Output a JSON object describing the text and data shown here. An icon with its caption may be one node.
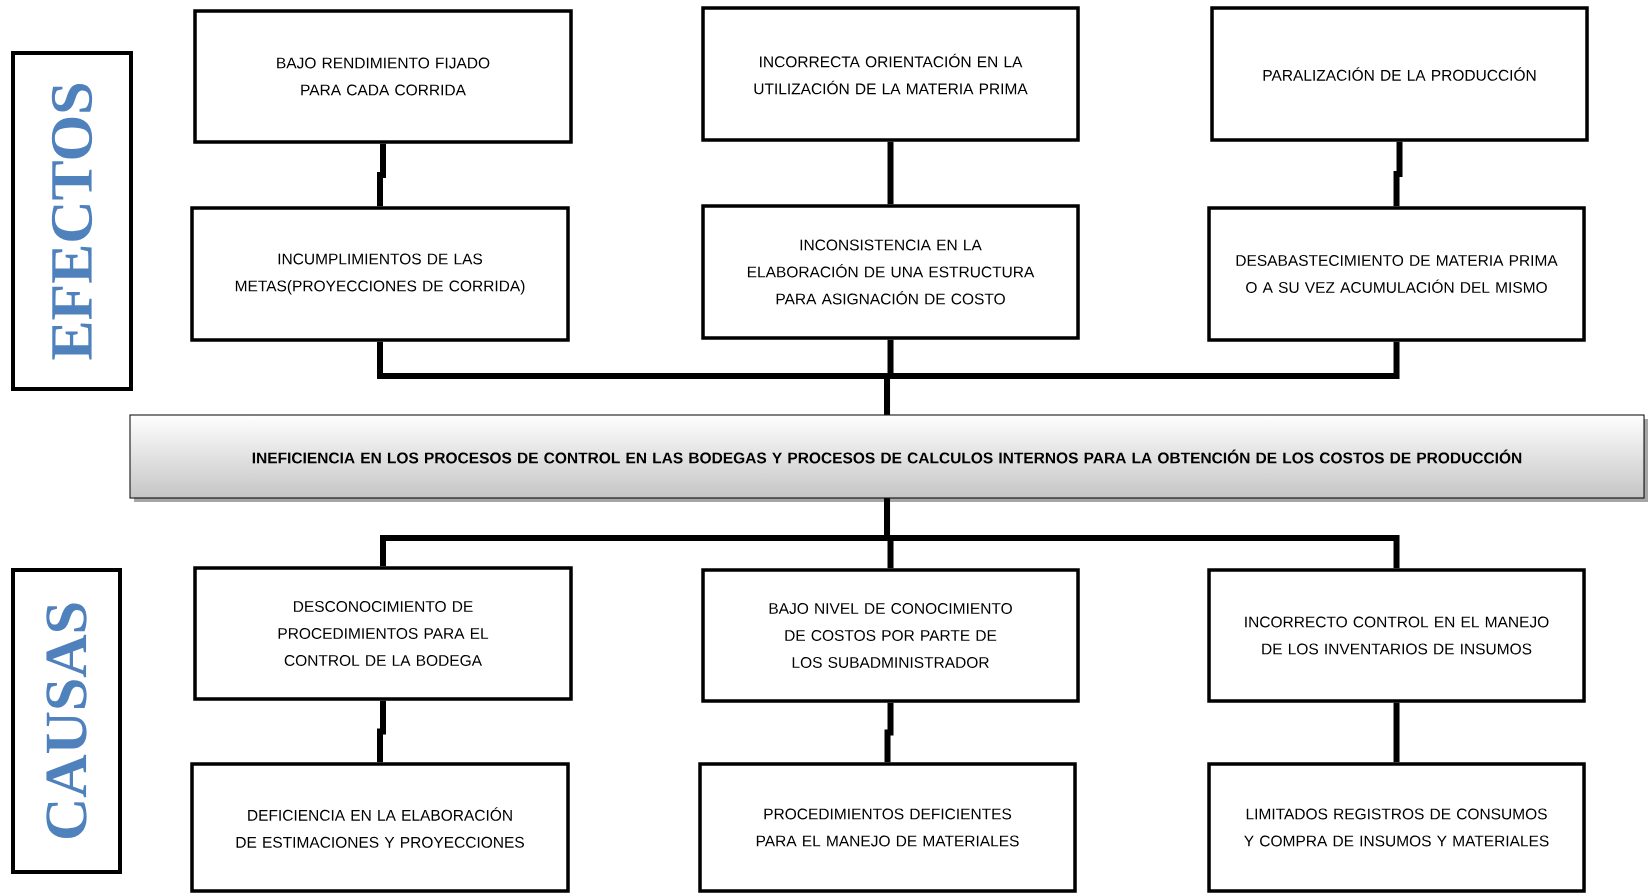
{
  "diagram": {
    "nodes": [
      {
        "text": [
          "EFECTOS"
        ]
      },
      {
        "text": [
          "BAJO RENDIMIENTO FIJADO PARA CADA CORRIDA"
        ]
      },
      {
        "text": [
          "INCORRECTA ORIENTACIÓN EN LA UTILIZACIÓN DE LA MATERIA PRIMA"
        ]
      },
      {
        "text": [
          "PARALIZACIÓN DE LA PRODUCCIÓN"
        ]
      },
      {
        "text": [
          "INCUMPLIMIENTOS DE LAS METAS(PROYECCIONES DE CORRIDA)"
        ]
      },
      {
        "text": [
          "INCONSISTENCIA EN LA ELABORACIÓN DE UNA ESTRUCTURA PARA ASIGNACIÓN DE COSTO"
        ]
      },
      {
        "text": [
          "DESABASTECIMIENTO DE MATERIA PRIMA O A SU VEZ ACUMULACIÓN DEL MISMO"
        ]
      },
      {
        "text": [
          "INEFICIENCIA EN LOS PROCESOS DE CONTROL EN LAS BODEGAS Y PROCESOS DE CALCULOS INTERNOS PARA LA OBTENCIÓN DE LOS COSTOS DE PRODUCCIÓN"
        ]
      },
      {
        "text": [
          "CAUSAS"
        ]
      },
      {
        "text": [
          "DESCONOCIMIENTO DE PROCEDIMIENTOS PARA EL CONTROL DE LA BODEGA"
        ]
      },
      {
        "text": [
          "BAJO NIVEL DE CONOCIMIENTO DE COSTOS POR PARTE DE LOS SUBADMINISTRADOR"
        ]
      },
      {
        "text": [
          "INCORRECTO CONTROL EN EL MANEJO DE LOS INVENTARIOS DE INSUMOS"
        ]
      },
      {
        "text": [
          "DEFICIENCIA EN LA ELABORACIÓN DE ESTIMACIONES Y PROYECCIONES"
        ]
      },
      {
        "text": [
          "PROCEDIMIENTOS DEFICIENTES PARA EL MANEJO DE MATERIALES"
        ]
      },
      {
        "text": [
          "LIMITADOS REGISTROS DE CONSUMOS Y COMPRA DE INSUMOS Y MATERIALES"
        ]
      }
    ],
    "edges": [
      {
        "from": 1,
        "to": 4,
        "arrow": "none"
      },
      {
        "from": 2,
        "to": 5,
        "arrow": "none"
      },
      {
        "from": 3,
        "to": 6,
        "arrow": "none"
      },
      {
        "from": 4,
        "to": 7,
        "arrow": "none"
      },
      {
        "from": 5,
        "to": 7,
        "arrow": "none"
      },
      {
        "from": 6,
        "to": 7,
        "arrow": "none"
      },
      {
        "from": 7,
        "to": 9,
        "arrow": "none"
      },
      {
        "from": 7,
        "to": 10,
        "arrow": "none"
      },
      {
        "from": 7,
        "to": 11,
        "arrow": "none"
      },
      {
        "from": 9,
        "to": 12,
        "arrow": "none"
      },
      {
        "from": 10,
        "to": 13,
        "arrow": "none"
      },
      {
        "from": 11,
        "to": 14,
        "arrow": "none"
      }
    ]
  }
}
